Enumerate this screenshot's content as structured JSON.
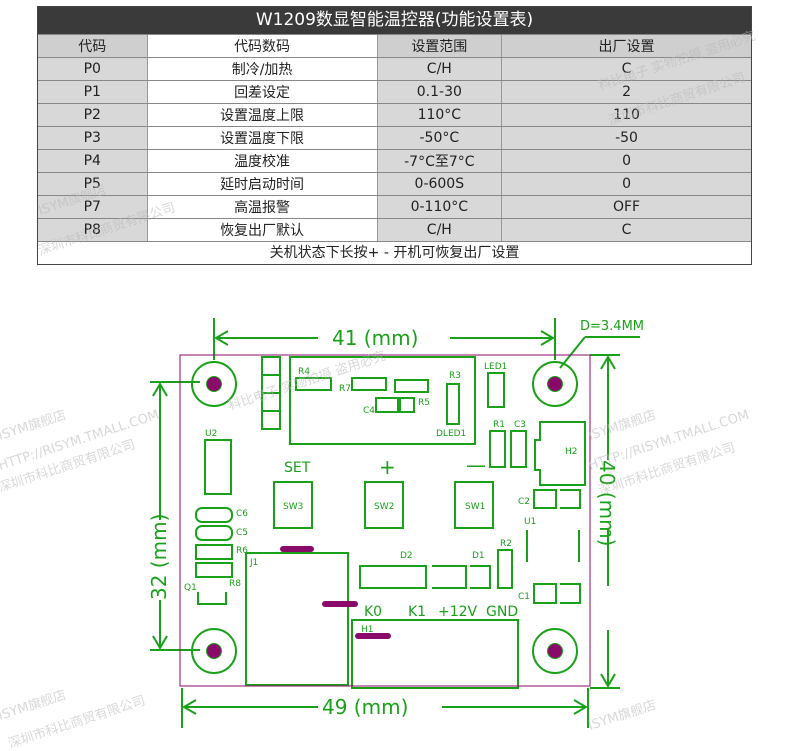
{
  "table": {
    "title": "W1209数显智能温控器(功能设置表)",
    "headers": [
      "代码",
      "代码数码",
      "设置范围",
      "出厂设置"
    ],
    "rows": [
      [
        "P0",
        "制冷/加热",
        "C/H",
        "C"
      ],
      [
        "P1",
        "回差设定",
        "0.1-30",
        "2"
      ],
      [
        "P2",
        "设置温度上限",
        "110°C",
        "110"
      ],
      [
        "P3",
        "设置温度下限",
        "-50°C",
        "-50"
      ],
      [
        "P4",
        "温度校准",
        "-7°C至7°C",
        "0"
      ],
      [
        "P5",
        "延时启动时间",
        "0-600S",
        "0"
      ],
      [
        "P7",
        "高温报警",
        "0-110°C",
        "OFF"
      ],
      [
        "P8",
        "恢复出厂默认",
        "C/H",
        "C"
      ]
    ],
    "footer": "关机状态下长按+ - 开机可恢复出厂设置"
  },
  "diagram": {
    "dim_top": "41 (mm)",
    "dim_bottom": "49 (mm)",
    "dim_left": "32 (mm)",
    "dim_right": "40 (mm)",
    "hole_note": "D=3.4MM",
    "labels": {
      "r4": "R4",
      "r7": "R7",
      "r5": "R5",
      "r3": "R3",
      "c4": "C4",
      "led1": "LED1",
      "dled1": "DLED1",
      "r1": "R1",
      "c3": "C3",
      "h2": "H2",
      "u2": "U2",
      "set": "SET",
      "plus": "+",
      "minus": "—",
      "sw3": "SW3",
      "sw2": "SW2",
      "sw1": "SW1",
      "c2": "C2",
      "u1": "U1",
      "c6": "C6",
      "c5": "C5",
      "r6": "R6",
      "j1": "J1",
      "d2": "D2",
      "d1": "D1",
      "r2": "R2",
      "q1": "Q1",
      "r8": "R8",
      "c1": "C1",
      "h1": "H1",
      "k0": "K0",
      "k1": "K1",
      "v12": "+12V",
      "gnd": "GND"
    },
    "line_color": "#1aa11a",
    "board_color": "#8a0a6a"
  },
  "watermark": {
    "line1": "ISYM旗舰店",
    "line2": "科比电子 实物拍摄 盗用必究",
    "line3": "HTTP://RISYM.TMALL.COM",
    "line4": "深圳市科比商贸有限公司"
  }
}
